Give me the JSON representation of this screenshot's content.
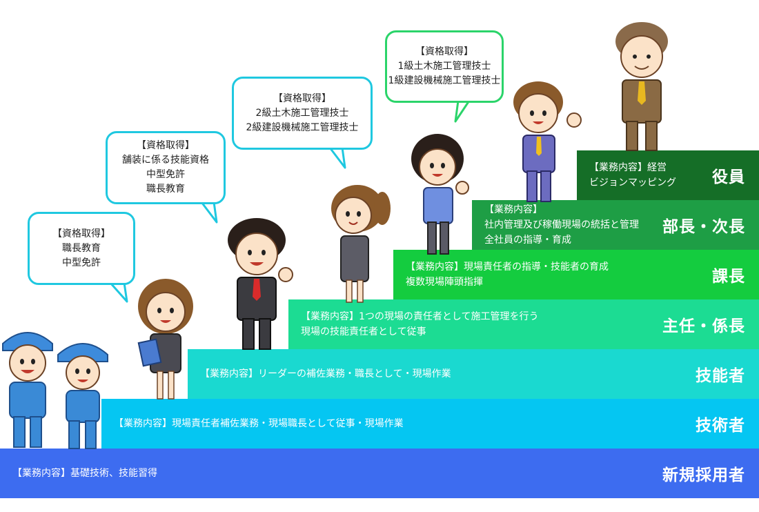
{
  "steps": [
    {
      "title": "新規採用者",
      "desc": "【業務内容】基礎技術、技能習得",
      "color": "#3d6cf0"
    },
    {
      "title": "技術者",
      "desc": "【業務内容】現場責任者補佐業務・現場職長として従事・現場作業",
      "color": "#05c6f2"
    },
    {
      "title": "技能者",
      "desc": "【業務内容】リーダーの補佐業務・職長として・現場作業",
      "color": "#1ad9d0"
    },
    {
      "title": "主任・係長",
      "desc": "【業務内容】1つの現場の責任者として施工管理を行う\n現場の技能責任者として従事",
      "color": "#1cdc93"
    },
    {
      "title": "課長",
      "desc": "【業務内容】現場責任者の指導・技能者の育成\n複数現場陣頭指揮",
      "color": "#14cc3f"
    },
    {
      "title": "部長・次長",
      "desc": "【業務内容】\n社内管理及び稼働現場の統括と管理\n全社員の指導・育成",
      "color": "#1e9e45"
    },
    {
      "title": "役員",
      "desc": "【業務内容】経営\nビジョンマッピング",
      "color": "#156e27"
    }
  ],
  "bubbles": [
    {
      "text": "【資格取得】\n職長教育\n中型免許"
    },
    {
      "text": "【資格取得】\n舗装に係る技能資格\n中型免許\n職長教育"
    },
    {
      "text": "【資格取得】\n2級土木施工管理技士\n2級建設機械施工管理技士"
    },
    {
      "text": "【資格取得】\n1級土木施工管理技士\n1級建設機械施工管理技士"
    }
  ]
}
